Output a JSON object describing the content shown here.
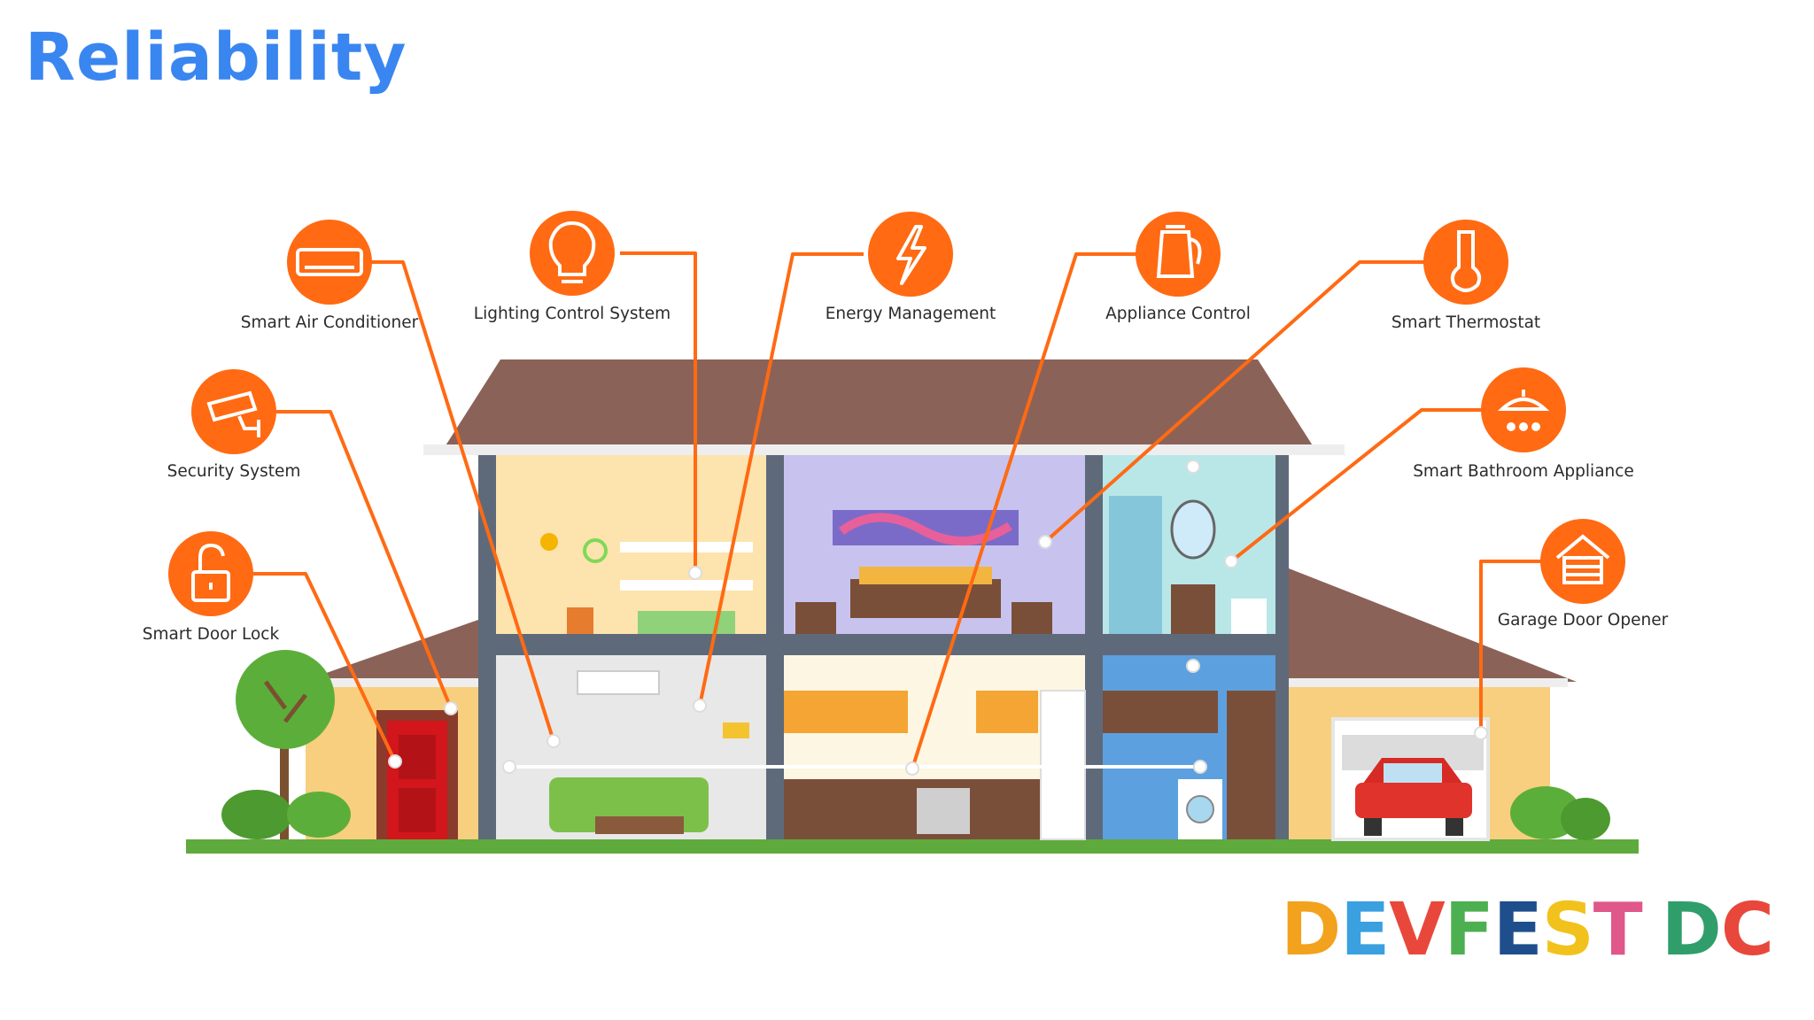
{
  "slide": {
    "title": "Reliability"
  },
  "features": [
    {
      "label": "Smart Air Conditioner",
      "icon": "air-conditioner-icon"
    },
    {
      "label": "Lighting Control System",
      "icon": "light-bulb-icon"
    },
    {
      "label": "Energy Management",
      "icon": "lightning-bolt-icon"
    },
    {
      "label": "Appliance Control",
      "icon": "kettle-icon"
    },
    {
      "label": "Smart Thermostat",
      "icon": "thermometer-icon"
    },
    {
      "label": "Security System",
      "icon": "security-camera-icon"
    },
    {
      "label": "Smart Bathroom Appliance",
      "icon": "shower-icon"
    },
    {
      "label": "Smart Door Lock",
      "icon": "padlock-icon"
    },
    {
      "label": "Garage Door Opener",
      "icon": "garage-icon"
    }
  ],
  "logo": {
    "letters": [
      "D",
      "E",
      "V",
      "F",
      "E",
      "S",
      "T",
      " ",
      "D",
      "C"
    ]
  },
  "colors": {
    "title": "#3a86f0",
    "accent": "#ff6a13",
    "roof": "#8b6258",
    "ground": "#5faa3c"
  }
}
